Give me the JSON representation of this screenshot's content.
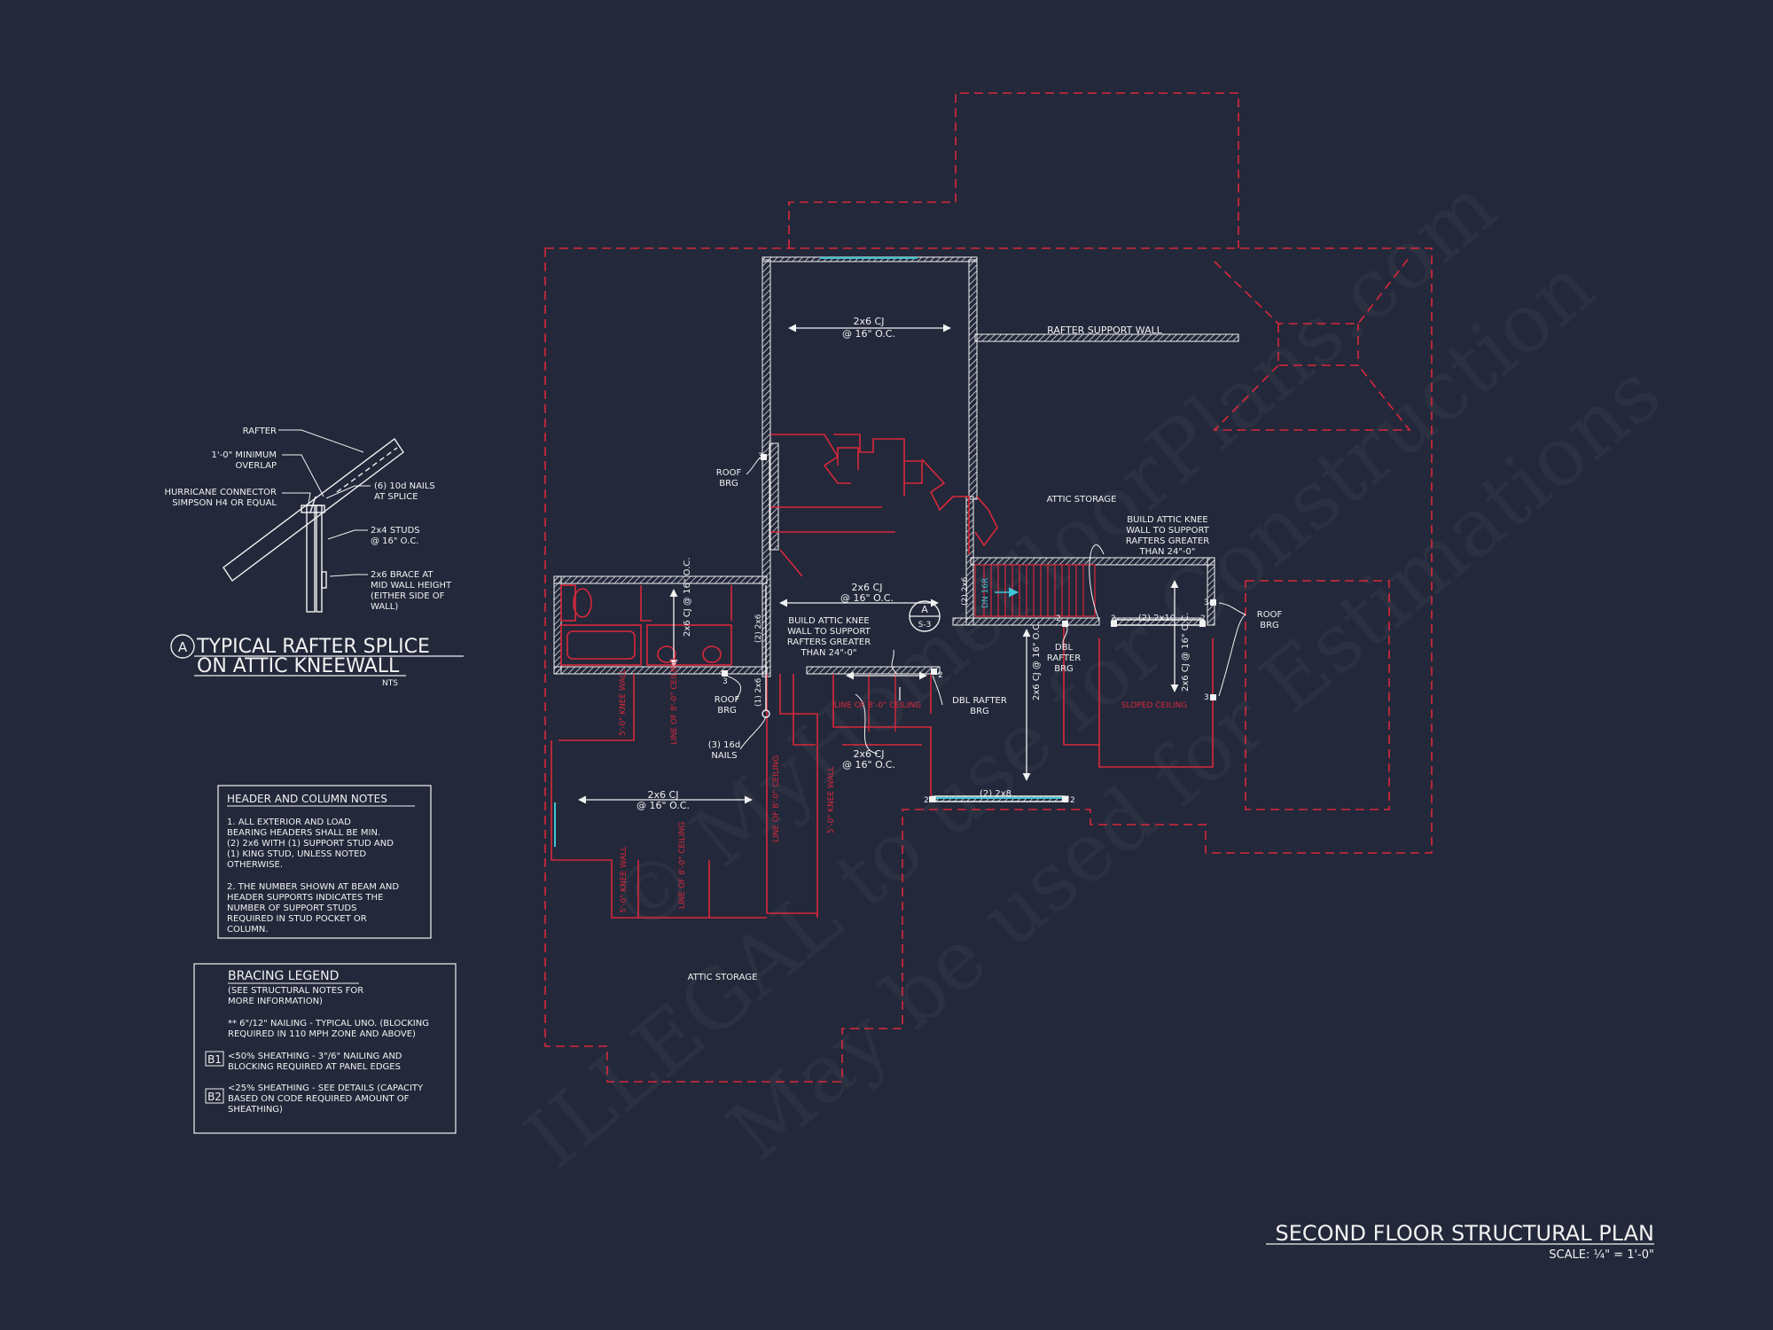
{
  "title": {
    "main": "SECOND FLOOR STRUCTURAL PLAN",
    "scale": "SCALE: ¼\" = 1'-0\""
  },
  "watermark": {
    "line1": "© MyHomeFloorPlans.com",
    "line2": "ILLEGAL to use for Construction",
    "line3": "May be used for Estimations"
  },
  "detail": {
    "tag": "A",
    "title_line1": "TYPICAL RAFTER SPLICE",
    "title_line2": "ON ATTIC KNEEWALL",
    "nts": "NTS",
    "labels": {
      "rafter": "RAFTER",
      "overlap_1": "1'-0\" MINIMUM",
      "overlap_2": "OVERLAP",
      "hurricane_1": "HURRICANE CONNECTOR",
      "hurricane_2": "SIMPSON H4 OR EQUAL",
      "nails_1": "(6) 10d NAILS",
      "nails_2": "AT SPLICE",
      "studs_1": "2x4 STUDS",
      "studs_2": "@ 16\" O.C.",
      "brace_1": "2x6 BRACE AT",
      "brace_2": "MID WALL HEIGHT",
      "brace_3": "(EITHER SIDE OF",
      "brace_4": "WALL)"
    }
  },
  "header_notes": {
    "heading": "HEADER AND COLUMN NOTES",
    "lines": [
      "1. ALL EXTERIOR AND LOAD",
      "BEARING HEADERS SHALL BE MIN.",
      "(2) 2x6 WITH (1) SUPPORT STUD AND",
      "(1) KING STUD, UNLESS NOTED",
      "OTHERWISE.",
      "",
      "2. THE NUMBER SHOWN AT BEAM AND",
      "HEADER SUPPORTS INDICATES THE",
      "NUMBER OF SUPPORT STUDS",
      "REQUIRED IN STUD POCKET OR",
      "COLUMN."
    ]
  },
  "bracing_legend": {
    "heading": "BRACING LEGEND",
    "sub_1": "(SEE STRUCTURAL NOTES FOR",
    "sub_2": "MORE INFORMATION)",
    "item0_1": "** 6\"/12\" NAILING - TYPICAL UNO. (BLOCKING",
    "item0_2": "REQUIRED IN 110 MPH ZONE AND ABOVE)",
    "b1_tag": "B1",
    "b1_1": "<50% SHEATHING - 3\"/6\" NAILING AND",
    "b1_2": "BLOCKING REQUIRED AT PANEL EDGES",
    "b2_tag": "B2",
    "b2_1": "<25% SHEATHING - SEE DETAILS (CAPACITY",
    "b2_2": "BASED ON CODE REQUIRED AMOUNT OF",
    "b2_3": "SHEATHING)"
  },
  "plan": {
    "rafter_support_wall": "RAFTER SUPPORT WALL",
    "attic_storage_top": "ATTIC STORAGE",
    "attic_storage_bottom": "ATTIC STORAGE",
    "cj_top_1": "2x6 CJ",
    "cj_top_2": "@ 16\" O.C.",
    "cj_mid_1": "2x6 CJ",
    "cj_mid_2": "@ 16\" O.C.",
    "cj_left_1": "2x6 CJ",
    "cj_left_2": "@ 16\" O.C.",
    "cj_low_1": "2x6 CJ",
    "cj_low_2": "@ 16\" O.C.",
    "cj_vert_bath": "2x6 CJ @ 16\" O.C.",
    "cj_vert_center": "2x6 CJ @ 16\" O.C.",
    "cj_vert_right": "2x6 CJ @ 16\" O.C.",
    "roof_brg_1a": "ROOF",
    "roof_brg_1b": "BRG",
    "roof_brg_2a": "ROOF",
    "roof_brg_2b": "BRG",
    "roof_brg_3a": "ROOF",
    "roof_brg_3b": "BRG",
    "knee_left_1": "BUILD ATTIC KNEE",
    "knee_left_2": "WALL TO SUPPORT",
    "knee_left_3": "RAFTERS GREATER",
    "knee_left_4": "THAN 24\"-0\"",
    "knee_right_1": "BUILD ATTIC KNEE",
    "knee_right_2": "WALL TO SUPPORT",
    "knee_right_3": "RAFTERS GREATER",
    "knee_right_4": "THAN 24\"-0\"",
    "dbl_rafter_1": "DBL RAFTER",
    "dbl_rafter_2": "BRG",
    "dbl_brg_1": "DBL",
    "dbl_brg_2": "RAFTER",
    "dbl_brg_3": "BRG",
    "nails_1": "(3) 16d",
    "nails_2": "NAILS",
    "beam_2x10": "(2) 2x10",
    "beam_2x8": "(2) 2x8",
    "post_2x6_a": "(2) 2x6",
    "post_2x6_b": "(1) 2x6",
    "post_2x6_c": "(2) 2x6",
    "section_tag_top": "A",
    "section_tag_bottom": "S-3",
    "dn_label": "DN 16R",
    "sloped_ceiling": "SLOPED CEILING",
    "line_ceiling_1": "LINE OF 8'-0\" CEILING",
    "line_ceiling_2": "LINE OF 8'-0\" CEILING",
    "line_ceiling_3": "LINE OF 8'-0\" CEILING",
    "line_ceiling_4": "LINE OF 8'-0\" CEILING",
    "knee_wall_1": "5'-0\" KNEE WALL",
    "knee_wall_2": "5'-0\" KNEE WALL",
    "knee_wall_3": "5'-0\" KNEE WALL",
    "stud_2": "2",
    "stud_3": "3"
  },
  "colors": {
    "background": "#23283a",
    "line": "#f2f2f2",
    "red": "#d8283a",
    "cyan": "#3fc6d8"
  }
}
